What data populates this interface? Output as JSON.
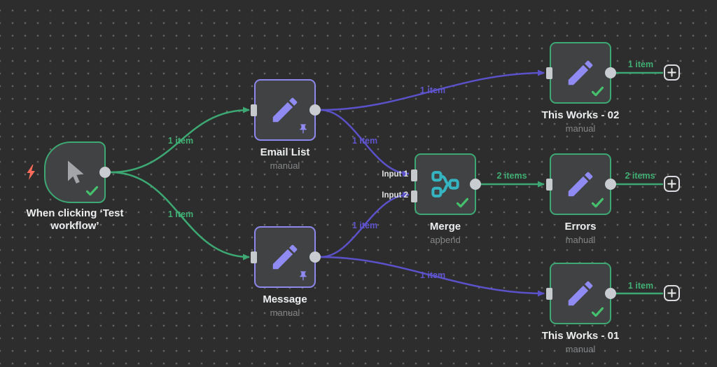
{
  "canvas": {
    "background": "#2c2d2c",
    "grid_dot_color": "#626362",
    "accent_green": "#3da873",
    "accent_purple": "#8d88ee",
    "connection_purple": "#5b51c8",
    "connection_green": "#3da873",
    "bolt_color": "#ff6d5a",
    "merge_icon_color": "#35b5c2"
  },
  "nodes": {
    "trigger": {
      "label": "When clicking ‘Test workflow’",
      "sublabel": "",
      "icon": "cursor-icon",
      "status": "success"
    },
    "email_list": {
      "label": "Email List",
      "sublabel": "manual",
      "icon": "pencil-icon",
      "status": "pinned"
    },
    "message": {
      "label": "Message",
      "sublabel": "manual",
      "icon": "pencil-icon",
      "status": "pinned"
    },
    "merge": {
      "label": "Merge",
      "sublabel": "append",
      "icon": "merge-icon",
      "status": "success",
      "inputs": {
        "input1": "Input 1",
        "input2": "Input 2"
      }
    },
    "errors": {
      "label": "Errors",
      "sublabel": "manual",
      "icon": "pencil-icon",
      "status": "success"
    },
    "this_works_02": {
      "label": "This Works - 02",
      "sublabel": "manual",
      "icon": "pencil-icon",
      "status": "success"
    },
    "this_works_01": {
      "label": "This Works - 01",
      "sublabel": "manual",
      "icon": "pencil-icon",
      "status": "success"
    }
  },
  "edge_labels": {
    "trigger_email": "1 item",
    "trigger_message": "1 item",
    "email_this02": "1 item",
    "email_merge": "1 item",
    "message_merge": "1 item",
    "message_this01": "1 item",
    "merge_errors": "2 items",
    "errors_out": "2 items",
    "this02_out": "1 item",
    "this01_out": "1 item"
  }
}
